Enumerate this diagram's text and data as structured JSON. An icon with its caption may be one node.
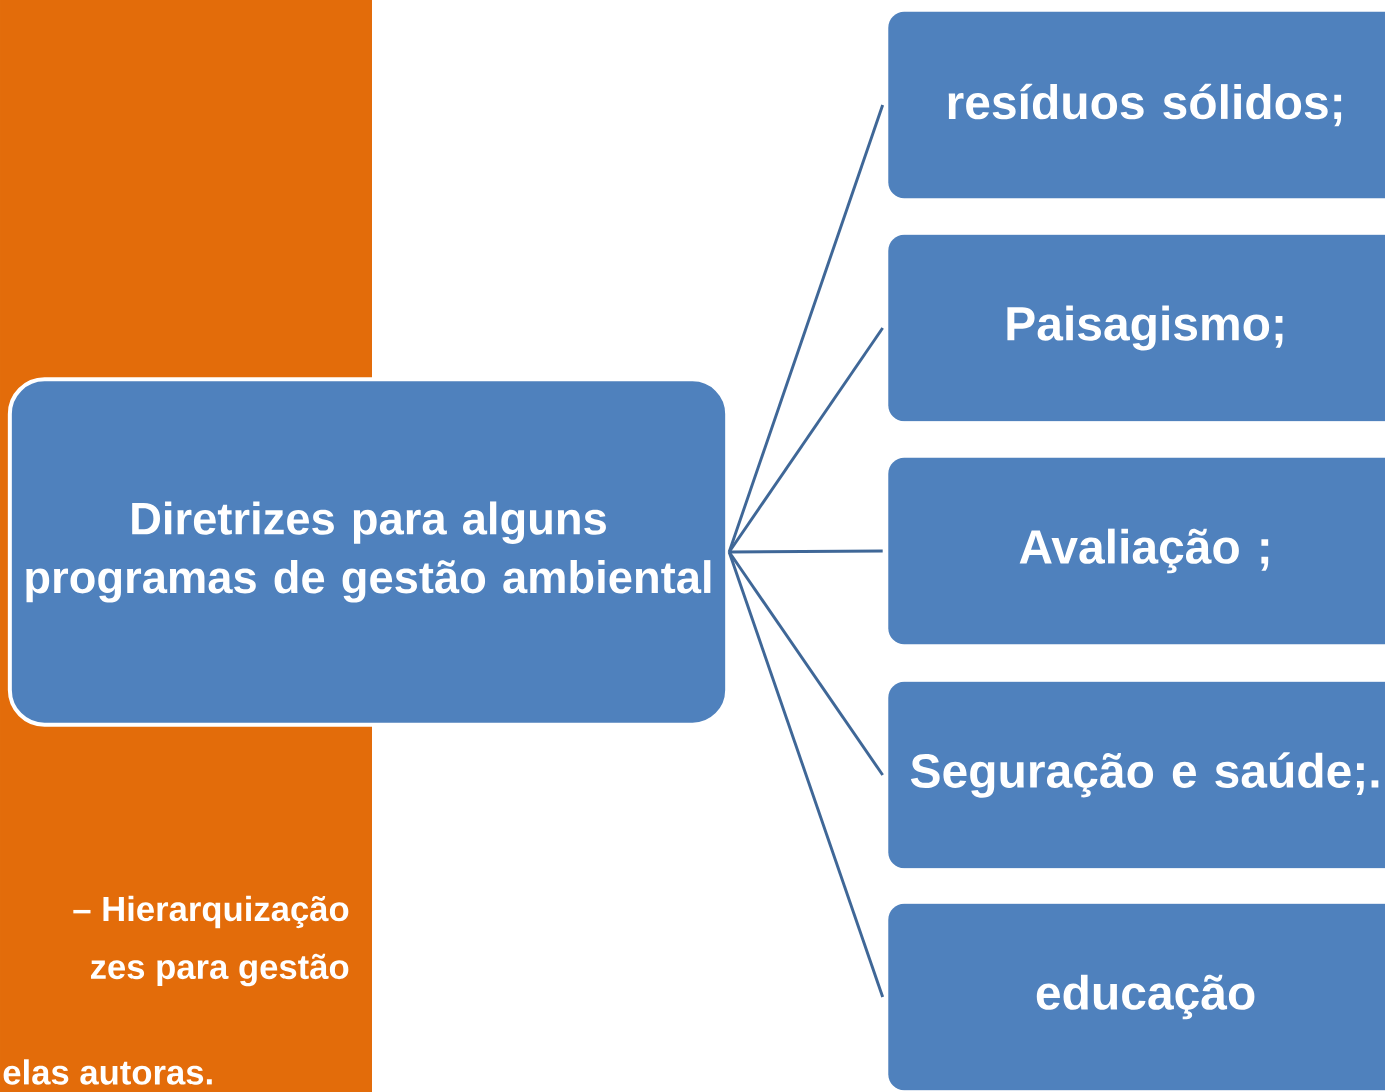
{
  "diagram": {
    "nodes": [
      {
        "text": [
          "Diretrizes para alguns programas de gestão ambiental"
        ]
      },
      {
        "text": [
          "resíduos sólidos;"
        ]
      },
      {
        "text": [
          "Paisagismo;"
        ]
      },
      {
        "text": [
          "Avaliação ;"
        ]
      },
      {
        "text": [
          "Seguração e saúde;."
        ]
      },
      {
        "text": [
          "educação"
        ]
      }
    ],
    "edges": [
      {
        "from": 0,
        "to": 1,
        "arrow": "none"
      },
      {
        "from": 0,
        "to": 2,
        "arrow": "none"
      },
      {
        "from": 0,
        "to": 3,
        "arrow": "none"
      },
      {
        "from": 0,
        "to": 4,
        "arrow": "none"
      },
      {
        "from": 0,
        "to": 5,
        "arrow": "none"
      }
    ],
    "labels": [
      "– Hierarquização",
      "zes para gestão",
      "elas autoras."
    ]
  }
}
